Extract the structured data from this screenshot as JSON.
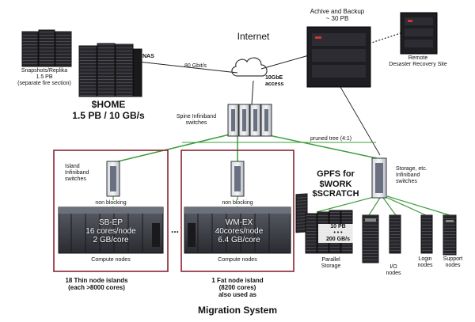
{
  "internet": {
    "label": "Internet"
  },
  "archive": {
    "line1": "Achive and Backup",
    "line2": "~ 30 PB"
  },
  "remote": {
    "line1": "Remote",
    "line2": "Desaster Recovery Site"
  },
  "snapshots": {
    "line1": "Snapshots/Replika",
    "line2": "1.5 PB",
    "line3": "(separate fire section)"
  },
  "nas": {
    "label": "NAS"
  },
  "link_80": {
    "label": "80 Gbit/s"
  },
  "tengbe": {
    "line1": "10GbE",
    "line2": "access"
  },
  "home": {
    "line1": "$HOME",
    "line2": "1.5 PB / 10 GB/s"
  },
  "spine": {
    "line1": "Spine Infiniband",
    "line2": "switches"
  },
  "pruned": {
    "label": "pruned tree (4:1)"
  },
  "island_switch": {
    "line1": "Island",
    "line2": "Infiniband",
    "line3": "switches"
  },
  "storage_switch": {
    "line1": "Storage, etc.",
    "line2": "Infiniband",
    "line3": "switches"
  },
  "gpfs": {
    "line1": "GPFS for",
    "line2": "$WORK",
    "line3": "$SCRATCH"
  },
  "sbep": {
    "nonblocking": "non blocking",
    "line1": "SB-EP",
    "line2": "16 cores/node",
    "line3": "2 GB/core",
    "compute": "Compute nodes",
    "caption1": "18 Thin node islands",
    "caption2": "(each >8000 cores)"
  },
  "wmex": {
    "nonblocking": "non blocking",
    "line1": "WM-EX",
    "line2": "40cores/node",
    "line3": "6.4 GB/core",
    "compute": "Compute nodes",
    "caption1": "1 Fat node island",
    "caption2": "(8200 cores)",
    "caption3": "also used as",
    "caption4": "Migration System"
  },
  "ellipsis": "...",
  "parallel_storage": {
    "cap1": "10 PB",
    "dots": "• • •",
    "cap2": "200 GB/s",
    "label1": "Parallel",
    "label2": "Storage"
  },
  "io_nodes": {
    "line1": "I/O",
    "line2": "nodes"
  },
  "login_nodes": {
    "line1": "Login",
    "line2": "nodes"
  },
  "support_nodes": {
    "line1": "Support",
    "line2": "nodes"
  },
  "colors": {
    "island_border": "#8b2333",
    "green_link": "#3e9e3e",
    "rack_dark": "#1e1e22",
    "cloud": "#3a3a3a"
  }
}
